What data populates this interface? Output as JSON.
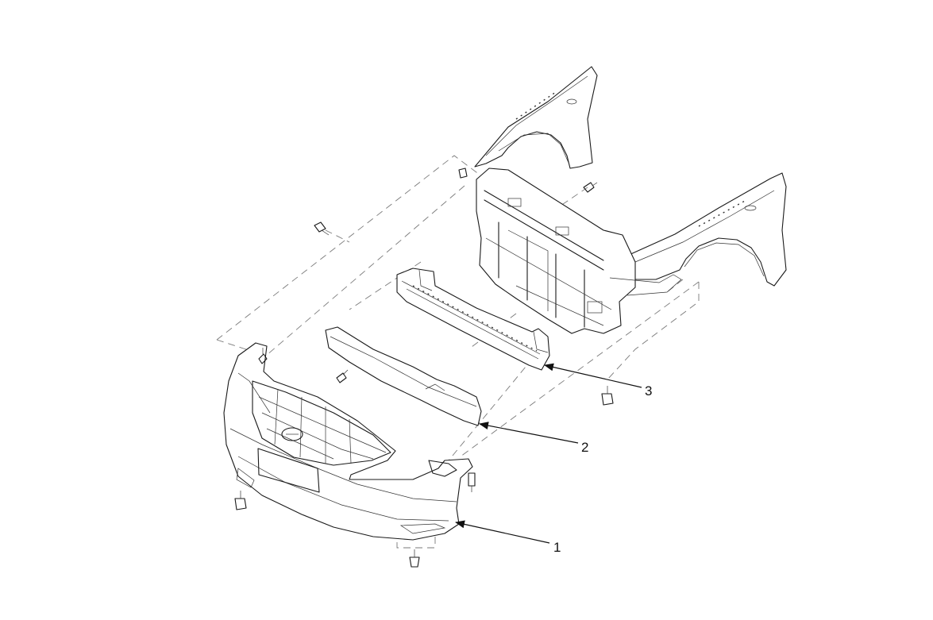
{
  "callouts": [
    {
      "id": "1",
      "label": "1"
    },
    {
      "id": "2",
      "label": "2"
    },
    {
      "id": "3",
      "label": "3"
    }
  ],
  "colors": {
    "ink": "#1a1a1a",
    "dash": "#7a7a7a",
    "background": "#ffffff"
  }
}
